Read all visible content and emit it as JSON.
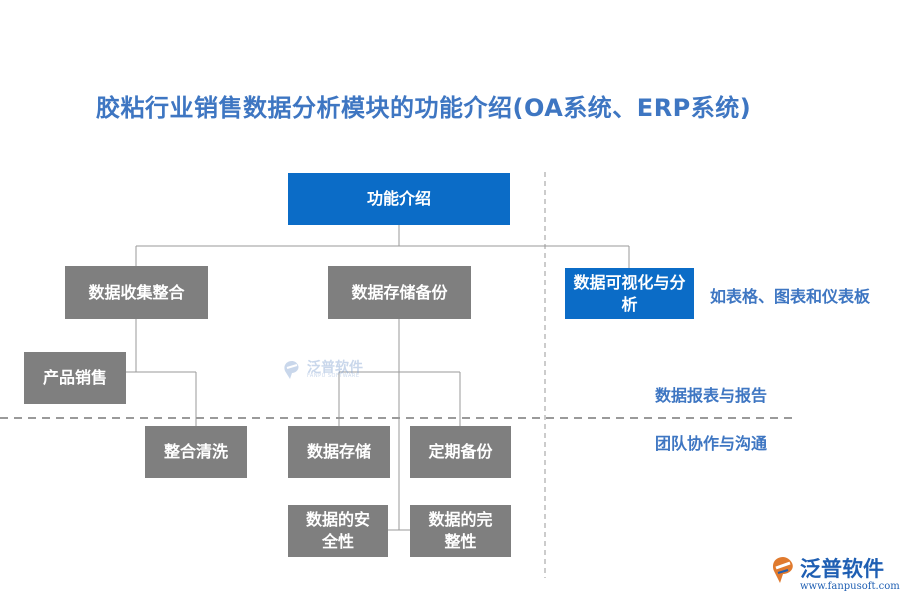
{
  "title": "胶粘行业销售数据分析模块的功能介绍(OA系统、ERP系统)",
  "root": "功能介绍",
  "branches": {
    "collect": "数据收集整合",
    "storage": "数据存储备份",
    "visual": "数据可视化与分析"
  },
  "leaves": {
    "product_sales": "产品销售",
    "clean": "整合清洗",
    "store": "数据存储",
    "backup": "定期备份",
    "security": "数据的安全性",
    "integrity": "数据的完整性"
  },
  "side_labels": {
    "tables": "如表格、图表和仪表板",
    "reports": "数据报表与报告",
    "team": "团队协作与沟通"
  },
  "watermark": {
    "text": "泛普软件",
    "sub": "FANPU SOFTWARE"
  },
  "logo": {
    "text": "泛普软件",
    "url": "www.fanpusoft.com"
  },
  "colors": {
    "title": "#3e76c2",
    "blue_box": "#0b6cc7",
    "grey_box": "#7f7f7f",
    "side_text": "#3e76c2"
  }
}
